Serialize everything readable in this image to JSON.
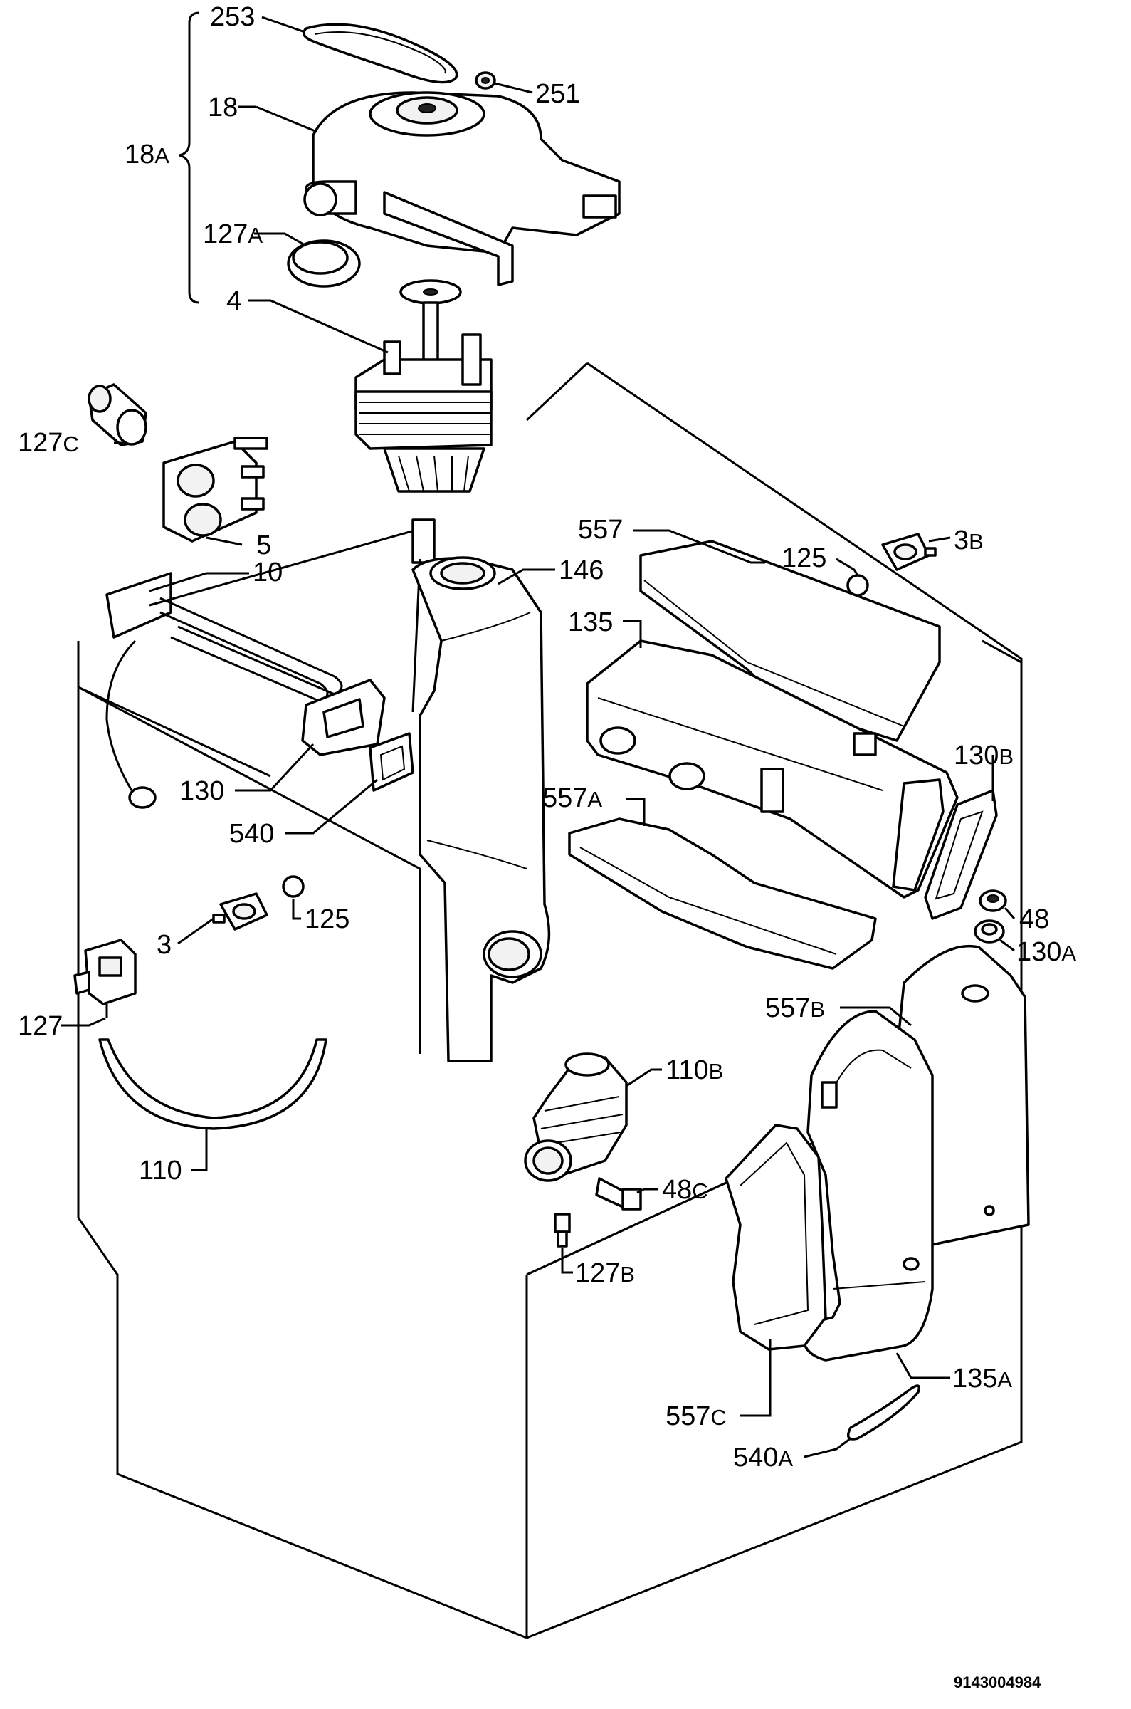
{
  "document_number": "9143004984",
  "callouts": [
    {
      "id": "c253",
      "main": "253",
      "suffix": ""
    },
    {
      "id": "c251",
      "main": "251",
      "suffix": ""
    },
    {
      "id": "c18",
      "main": "18",
      "suffix": ""
    },
    {
      "id": "c18a",
      "main": "18",
      "suffix": "A"
    },
    {
      "id": "c127a",
      "main": "127",
      "suffix": "A"
    },
    {
      "id": "c4",
      "main": "4",
      "suffix": ""
    },
    {
      "id": "c127c",
      "main": "127",
      "suffix": "C"
    },
    {
      "id": "c5",
      "main": "5",
      "suffix": ""
    },
    {
      "id": "c557",
      "main": "557",
      "suffix": ""
    },
    {
      "id": "c125t",
      "main": "125",
      "suffix": ""
    },
    {
      "id": "c3b",
      "main": "3",
      "suffix": "B"
    },
    {
      "id": "c10",
      "main": "10",
      "suffix": ""
    },
    {
      "id": "c146",
      "main": "146",
      "suffix": ""
    },
    {
      "id": "c135",
      "main": "135",
      "suffix": ""
    },
    {
      "id": "c130b",
      "main": "130",
      "suffix": "B"
    },
    {
      "id": "c557a",
      "main": "557",
      "suffix": "A"
    },
    {
      "id": "c130",
      "main": "130",
      "suffix": ""
    },
    {
      "id": "c540",
      "main": "540",
      "suffix": ""
    },
    {
      "id": "c48",
      "main": "48",
      "suffix": ""
    },
    {
      "id": "c130a",
      "main": "130",
      "suffix": "A"
    },
    {
      "id": "c125b",
      "main": "125",
      "suffix": ""
    },
    {
      "id": "c3",
      "main": "3",
      "suffix": ""
    },
    {
      "id": "c557b",
      "main": "557",
      "suffix": "B"
    },
    {
      "id": "c127",
      "main": "127",
      "suffix": ""
    },
    {
      "id": "c110b",
      "main": "110",
      "suffix": "B"
    },
    {
      "id": "c48c",
      "main": "48",
      "suffix": "C"
    },
    {
      "id": "c110",
      "main": "110",
      "suffix": ""
    },
    {
      "id": "c127b",
      "main": "127",
      "suffix": "B"
    },
    {
      "id": "c135a",
      "main": "135",
      "suffix": "A"
    },
    {
      "id": "c557c",
      "main": "557",
      "suffix": "C"
    },
    {
      "id": "c540a",
      "main": "540",
      "suffix": "A"
    }
  ]
}
